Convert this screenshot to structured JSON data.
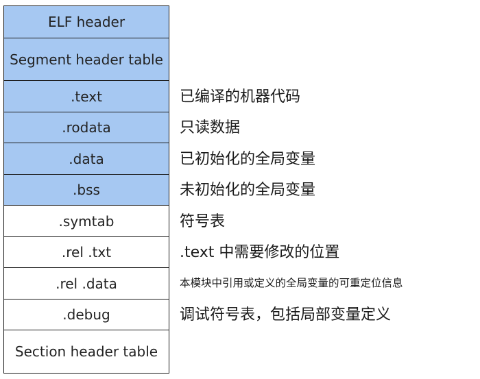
{
  "sections": [
    {
      "label": "ELF header",
      "highlight": true
    },
    {
      "label": "Segment header table",
      "highlight": true
    },
    {
      "label": ".text",
      "highlight": true,
      "description": "已编译的机器代码"
    },
    {
      "label": ".rodata",
      "highlight": true,
      "description": "只读数据"
    },
    {
      "label": ".data",
      "highlight": true,
      "description": "已初始化的全局变量"
    },
    {
      "label": ".bss",
      "highlight": true,
      "description": "未初始化的全局变量"
    },
    {
      "label": ".symtab",
      "highlight": false,
      "description": "符号表"
    },
    {
      "label": ".rel .txt",
      "highlight": false,
      "description": ".text 中需要修改的位置"
    },
    {
      "label": ".rel .data",
      "highlight": false,
      "description": "本模块中引用或定义的全局变量的可重定位信息"
    },
    {
      "label": ".debug",
      "highlight": false,
      "description": "调试符号表，包括局部变量定义"
    },
    {
      "label": "Section header table",
      "highlight": false
    }
  ],
  "colors": {
    "highlight_fill": "#a6c8f2",
    "plain_fill": "#ffffff",
    "border": "#1a1a1a"
  }
}
